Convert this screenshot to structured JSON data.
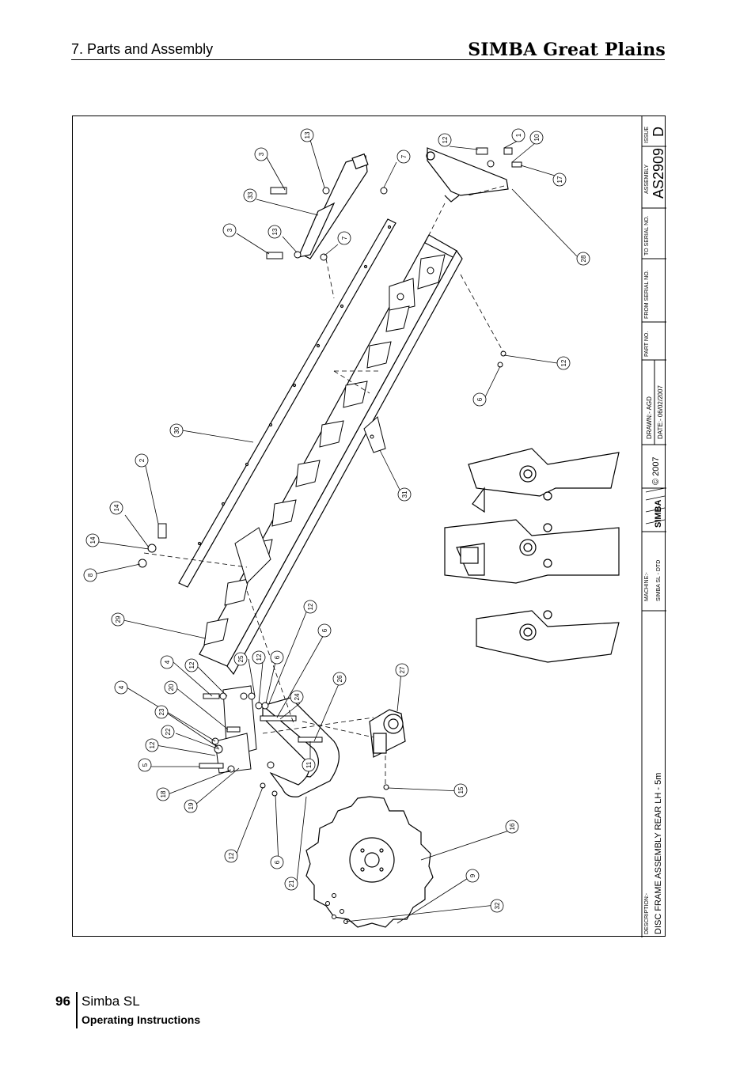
{
  "header": {
    "section": "7. Parts and Assembly",
    "brand": "SIMBA Great Plains"
  },
  "title_block": {
    "issue_label": "ISSUE",
    "issue_value": "D",
    "assembly_label": "ASSEMBLY",
    "assembly_value": "AS2909",
    "to_serial_label": "TO SERIAL NO.",
    "from_serial_label": "FROM SERIAL NO.",
    "part_no_label": "PART NO.",
    "drawn_label": "DRAWN:- AGD",
    "date_label": "DATE:- 06/02/2007",
    "copyright": "© 2007",
    "logo_text": "SIMBA",
    "machine_label": "MACHINE:-",
    "machine_value": "SIMBA SL - DTD",
    "description_label": "DESCRIPTION:-",
    "description_value": "DISC FRAME ASSEMBLY REAR LH - 5m"
  },
  "callouts": {
    "c1": "1",
    "c10": "10",
    "c12a": "12",
    "c17": "17",
    "c7a": "7",
    "c13a": "13",
    "c3a": "3",
    "c33": "33",
    "c3b": "3",
    "c13b": "13",
    "c7b": "7",
    "c28": "28",
    "c12b": "12",
    "c6a": "6",
    "c30": "30",
    "c2": "2",
    "c14a": "14",
    "c14b": "14",
    "c8": "8",
    "c31": "31",
    "c29": "29",
    "c4a": "4",
    "c12c": "12",
    "c25": "25",
    "c12d": "12",
    "c6b": "6",
    "c12e": "12",
    "c6c": "6",
    "c26": "26",
    "c27": "27",
    "c20": "20",
    "c24": "24",
    "c4b": "4",
    "c23": "23",
    "c22": "22",
    "c12f": "12",
    "c5": "5",
    "c11": "11",
    "c18": "18",
    "c19": "19",
    "c15": "15",
    "c16": "16",
    "c12g": "12",
    "c6d": "6",
    "c21": "21",
    "c9": "9",
    "c32": "32"
  },
  "footer": {
    "page_number": "96",
    "product": "Simba SL",
    "doc_type": "Operating Instructions"
  }
}
